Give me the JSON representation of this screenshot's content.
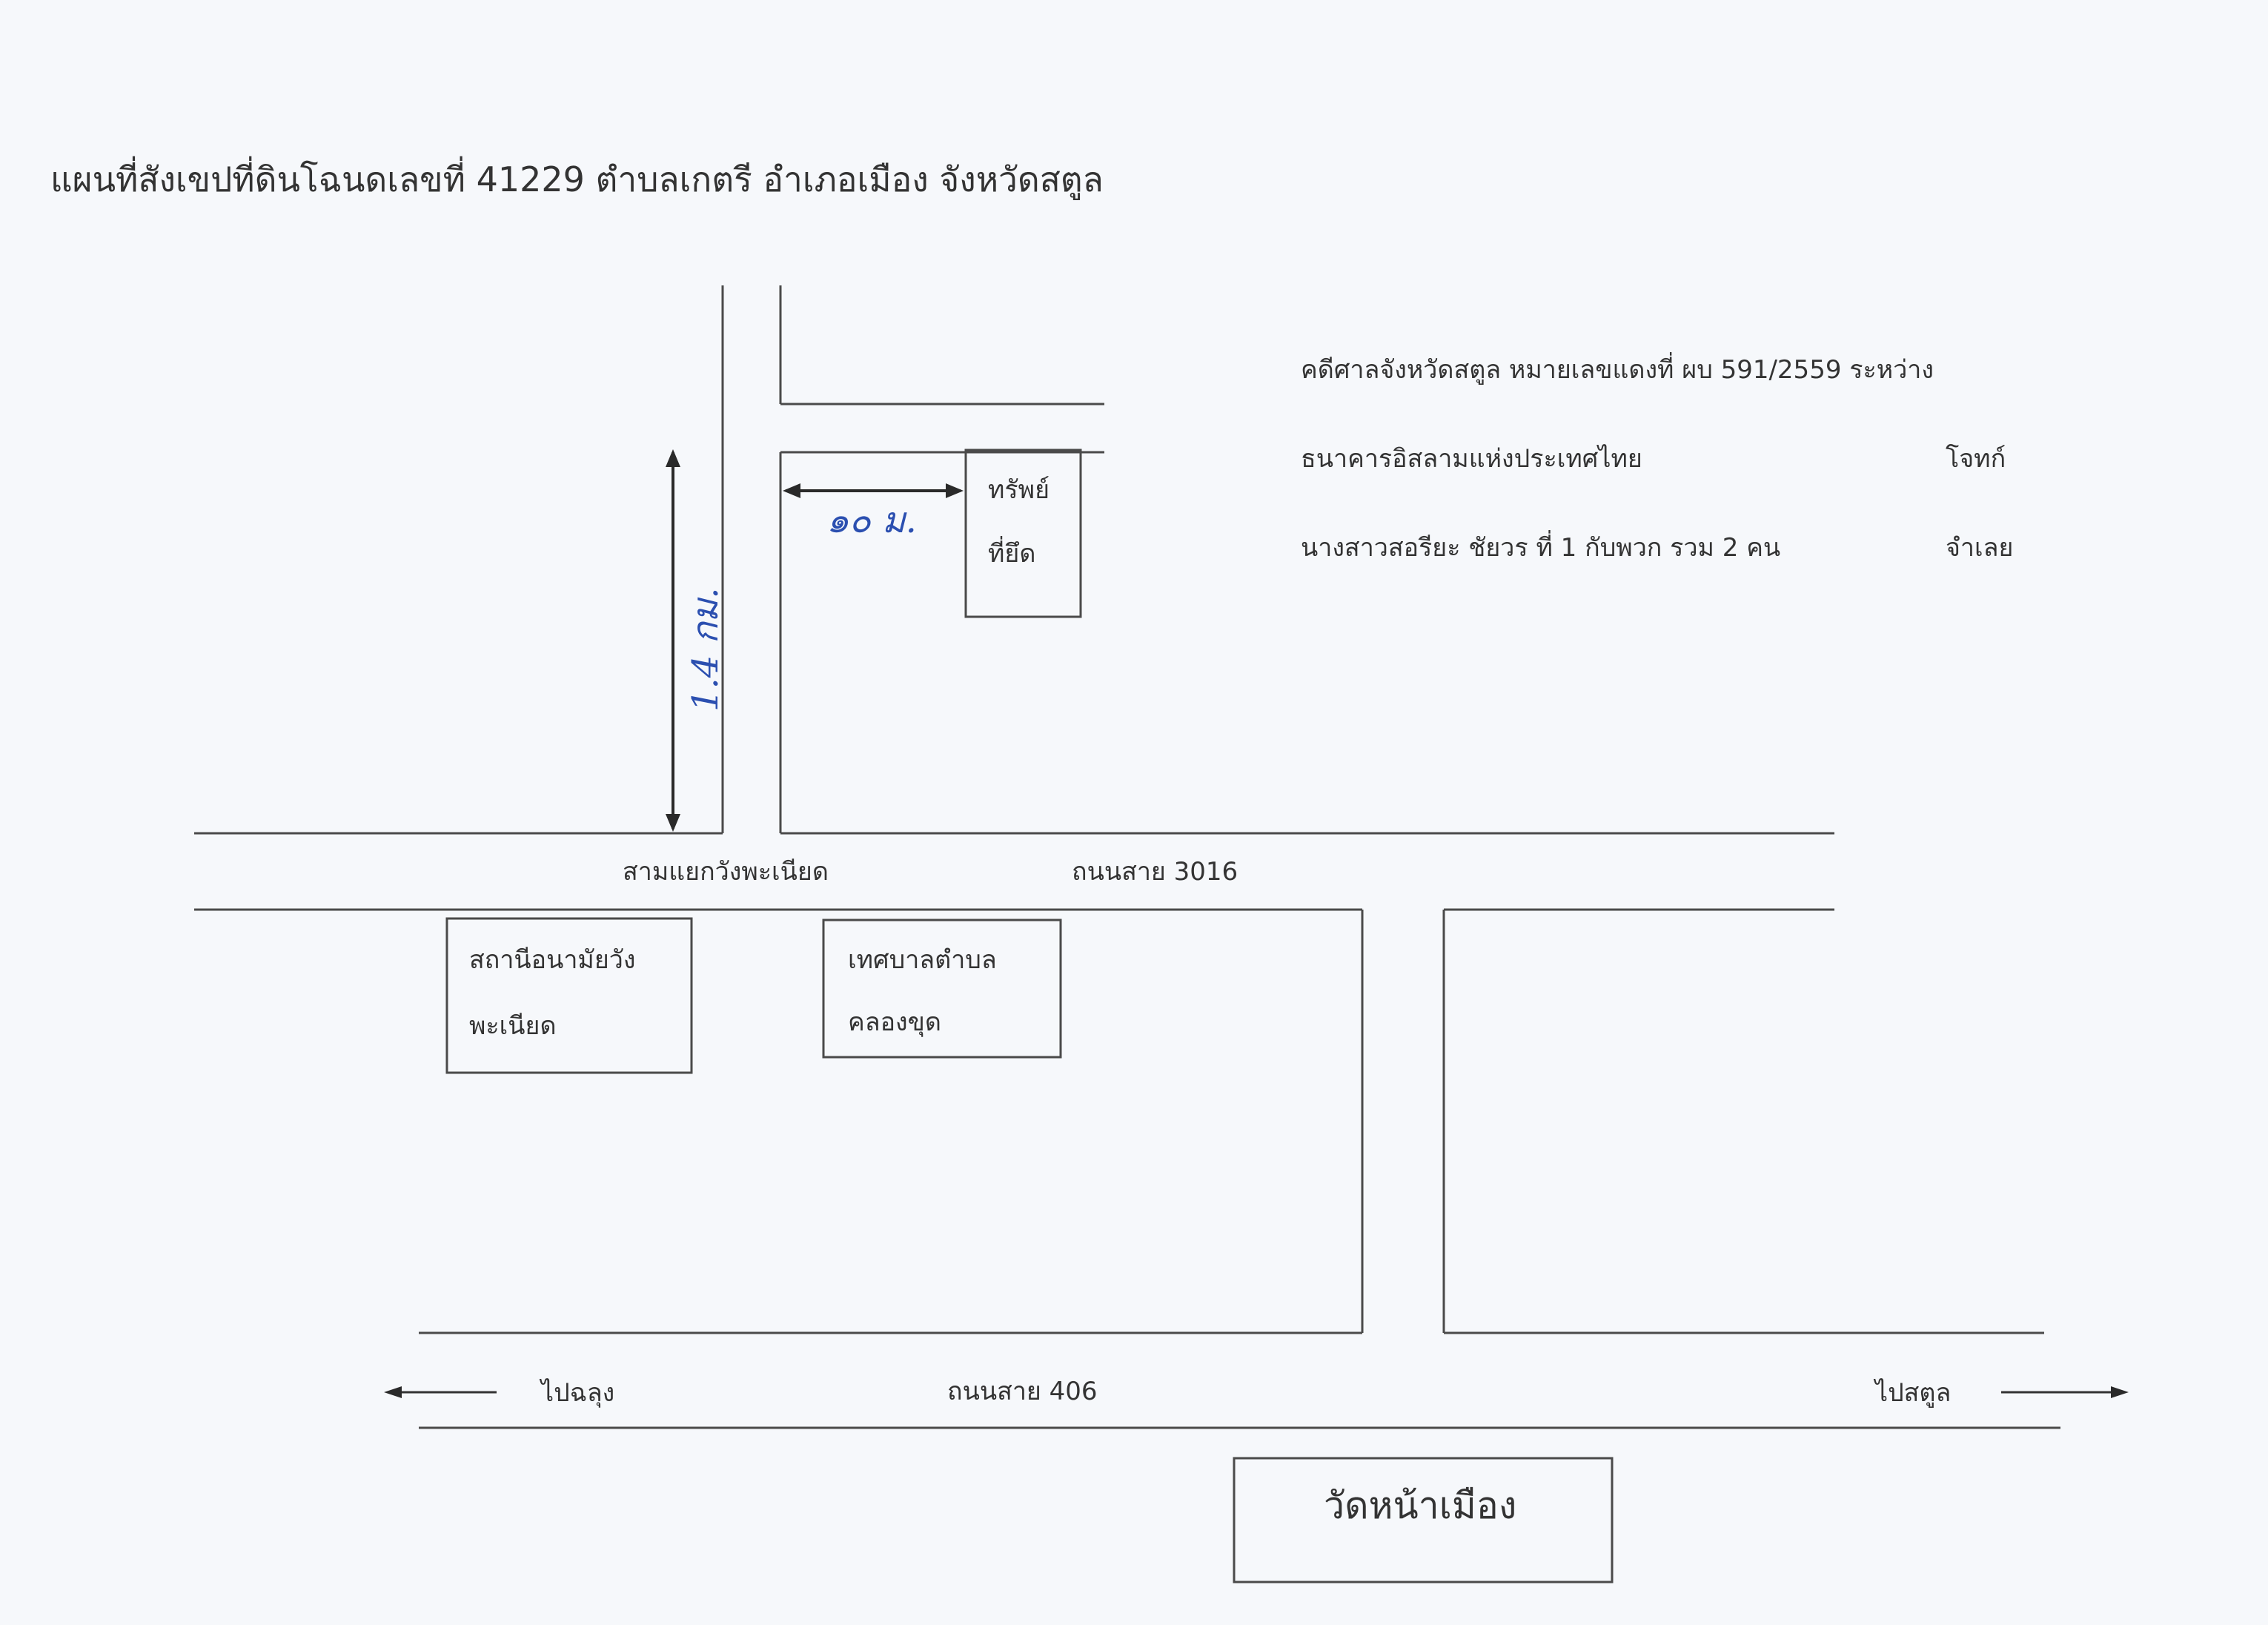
{
  "title": "แผนที่สังเขปที่ดินโฉนดเลขที่ 41229  ตำบลเกตรี  อำเภอเมือง  จังหวัดสตูล",
  "case": {
    "line1": "คดีศาลจังหวัดสตูล หมายเลขแดงที่ ผบ 591/2559  ระหว่าง",
    "plaintiff": "ธนาคารอิสลามแห่งประเทศไทย",
    "plaintiff_role": "โจทก์",
    "defendant": "นางสาวสอรียะ  ชัยวร ที่ 1 กับพวก รวม 2 คน",
    "defendant_role": "จำเลย"
  },
  "property": {
    "line1": "ทรัพย์",
    "line2": "ที่ยึด"
  },
  "distances": {
    "horizontal": "๑๐ ม.",
    "vertical": "1.4 กม."
  },
  "places": {
    "junction": "สามแยกวังพะเนียด",
    "road_3016": "ถนนสาย 3016",
    "health_station_1": "สถานีอนามัยวัง",
    "health_station_2": "พะเนียด",
    "municipality_1": "เทศบาลตำบล",
    "municipality_2": "คลองขุด",
    "to_left": "ไปฉลุง",
    "road_406": "ถนนสาย 406",
    "to_right": "ไปสตูล",
    "temple": "วัดหน้าเมือง"
  }
}
